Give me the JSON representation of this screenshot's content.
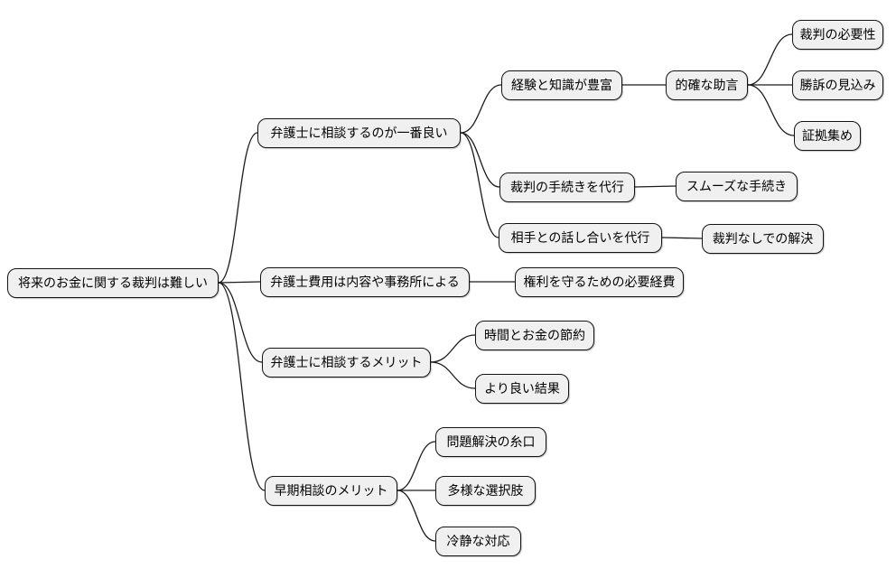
{
  "colors": {
    "background": "#ffffff",
    "node_fill": "#f0f0f0",
    "node_border": "#141414",
    "edge": "#1c1c1c",
    "text": "#000000"
  },
  "mindmap": {
    "root": {
      "id": "root",
      "label": "将来のお金に関する裁判は難しい",
      "children": [
        {
          "id": "consult-lawyer-best",
          "label": "弁護士に相談するのが一番良い",
          "children": [
            {
              "id": "experience-knowledge",
              "label": "経験と知識が豊富",
              "children": [
                {
                  "id": "accurate-advice",
                  "label": "的確な助言",
                  "children": [
                    {
                      "id": "trial-necessity",
                      "label": "裁判の必要性",
                      "children": []
                    },
                    {
                      "id": "winning-prospects",
                      "label": "勝訴の見込み",
                      "children": []
                    },
                    {
                      "id": "evidence-gathering",
                      "label": "証拠集め",
                      "children": []
                    }
                  ]
                }
              ]
            },
            {
              "id": "court-procedures-proxy",
              "label": "裁判の手続きを代行",
              "children": [
                {
                  "id": "smooth-procedures",
                  "label": "スムーズな手続き",
                  "children": []
                }
              ]
            },
            {
              "id": "negotiation-proxy",
              "label": "相手との話し合いを代行",
              "children": [
                {
                  "id": "settle-without-trial",
                  "label": "裁判なしでの解決",
                  "children": []
                }
              ]
            }
          ]
        },
        {
          "id": "lawyer-fees-vary",
          "label": "弁護士費用は内容や事務所による",
          "children": [
            {
              "id": "necessary-expense",
              "label": "権利を守るための必要経費",
              "children": []
            }
          ]
        },
        {
          "id": "consult-merits",
          "label": "弁護士に相談するメリット",
          "children": [
            {
              "id": "save-time-money",
              "label": "時間とお金の節約",
              "children": []
            },
            {
              "id": "better-results",
              "label": "より良い結果",
              "children": []
            }
          ]
        },
        {
          "id": "early-consult-merits",
          "label": "早期相談のメリット",
          "children": [
            {
              "id": "problem-solving-clue",
              "label": "問題解決の糸口",
              "children": []
            },
            {
              "id": "diverse-options",
              "label": "多様な選択肢",
              "children": []
            },
            {
              "id": "calm-response",
              "label": "冷静な対応",
              "children": []
            }
          ]
        }
      ]
    }
  }
}
